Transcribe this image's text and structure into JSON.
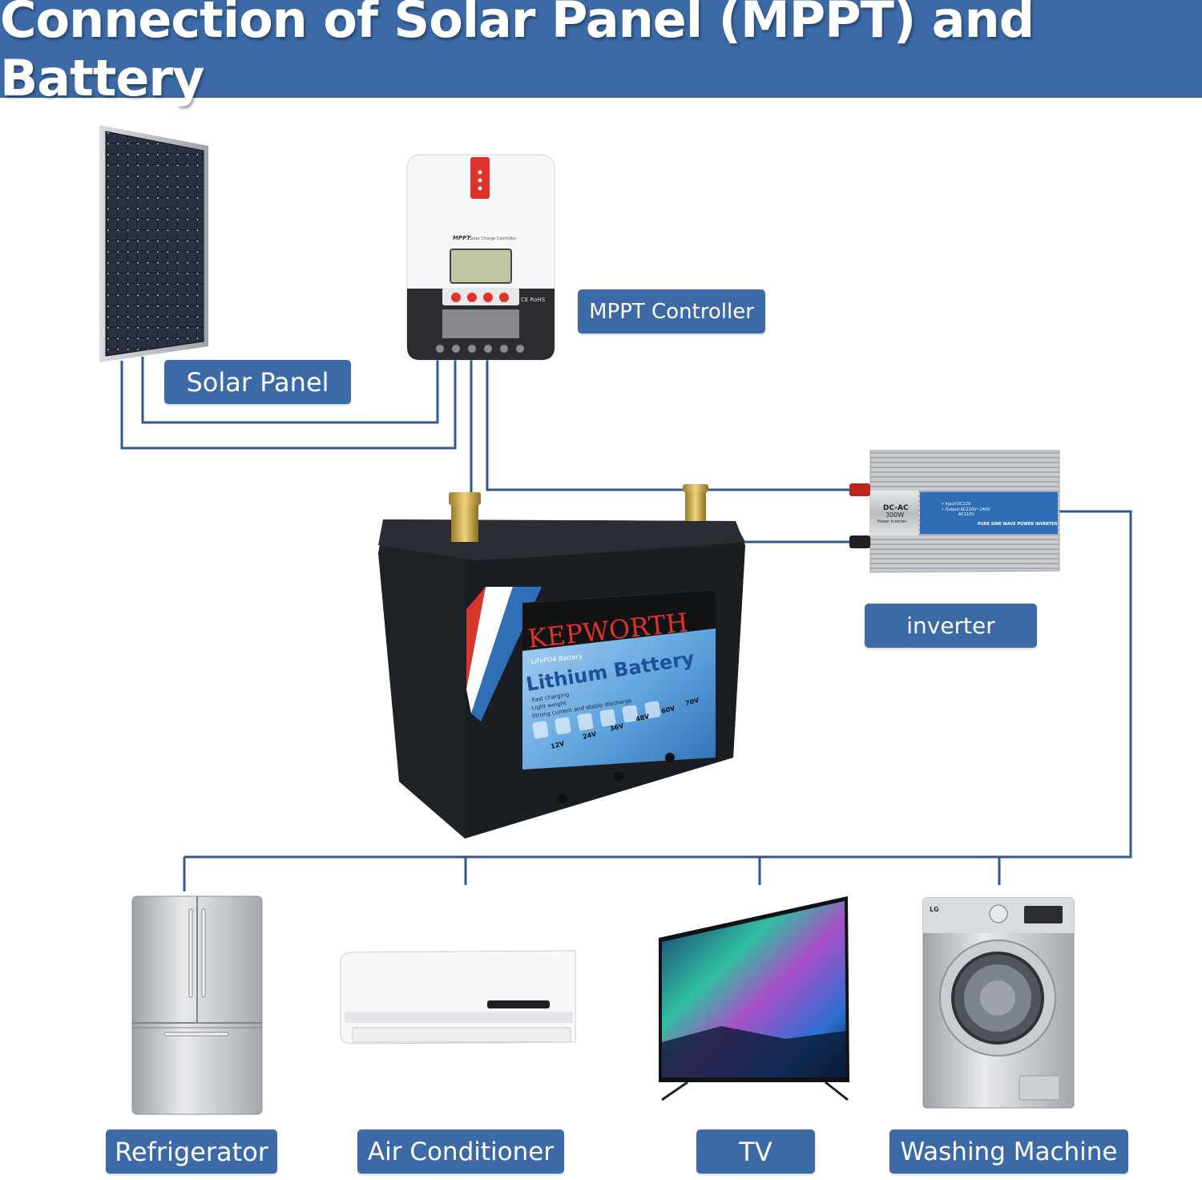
{
  "title": "Connection of Solar Panel (MPPT) and Battery",
  "colors": {
    "accent": "#3c6aa6",
    "wire": "#2e5891",
    "background": "#ffffff"
  },
  "labels": {
    "solar_panel": "Solar Panel",
    "mppt_controller": "MPPT Controller",
    "inverter": "inverter",
    "refrigerator": "Refrigerator",
    "air_conditioner": "Air Conditioner",
    "tv": "TV",
    "washing_machine": "Washing Machine"
  },
  "mppt_device": {
    "brand_text": "MPPT",
    "model_text": "Solar Charge Controller",
    "cert_text": "CE RoHS"
  },
  "inverter_device": {
    "model_line1": "DC-AC",
    "model_line2": "300W",
    "model_line3": "Power Inverter",
    "spec_line1": "• Input:DC12V",
    "spec_line2": "• Output:AC220V~240V",
    "spec_line3": "AC110V",
    "banner_text": "PURE SINE WAVE POWER INVERTER"
  },
  "battery": {
    "brand": "KEPWORTH",
    "subtitle": "LiFePO4 Battery",
    "product": "Lithium Battery",
    "features": [
      "·Fast charging",
      "·Light weight",
      "·Strong current and stable discharge"
    ],
    "voltages": [
      "12V",
      "24V",
      "36V",
      "48V",
      "60V",
      "70V"
    ]
  },
  "washer_brand": "LG"
}
